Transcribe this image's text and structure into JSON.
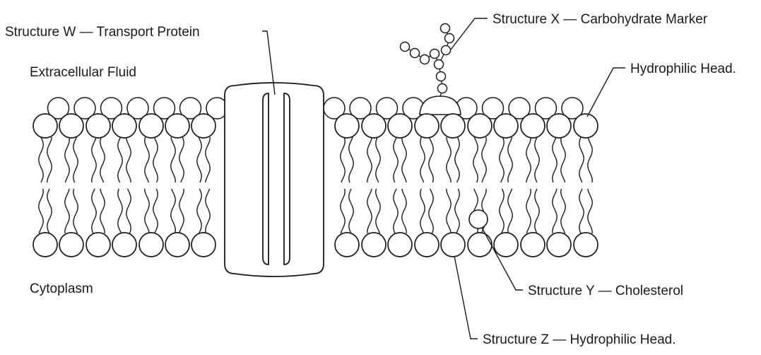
{
  "labels": {
    "structure_w": "Structure W — Transport Protein",
    "structure_x": "Structure X — Carbohydrate Marker",
    "hydrophilic_head": "Hydrophilic Head.",
    "structure_y": "Structure Y — Cholesterol",
    "structure_z": "Structure Z — Hydrophilic Head.",
    "extracellular": "Extracellular Fluid",
    "cytoplasm": "Cytoplasm"
  },
  "colors": {
    "line": "#1a1a1a",
    "fill": "#ffffff"
  }
}
